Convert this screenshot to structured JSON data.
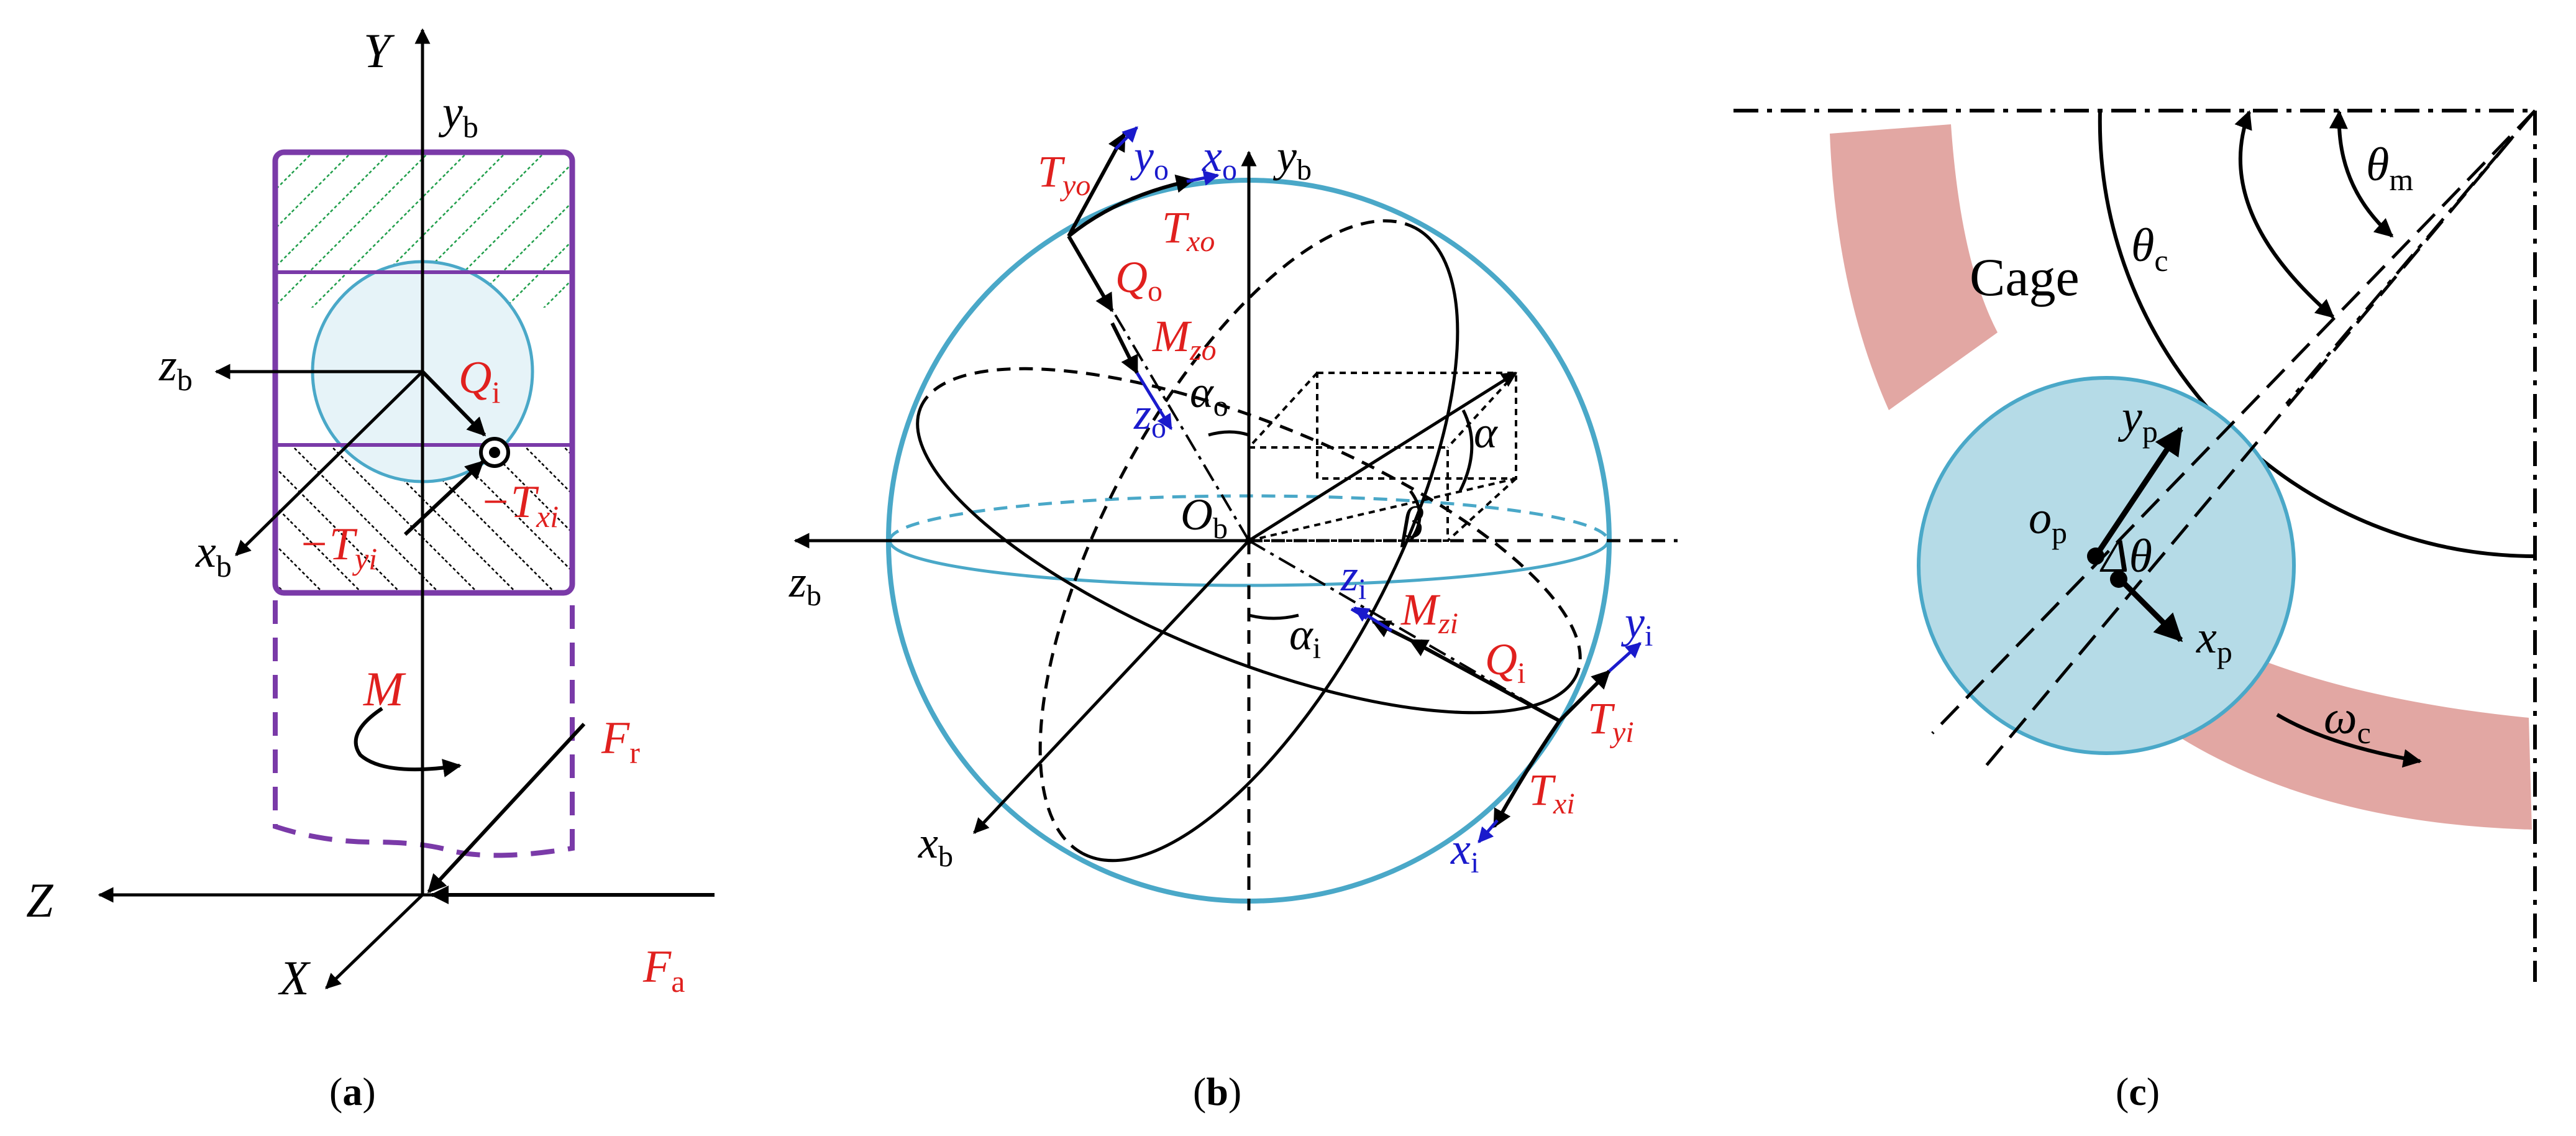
{
  "colors": {
    "force": "#e0201e",
    "axis_blue": "#1a1acc",
    "sphere": "#4aa8c8",
    "ball_fill": "#e6f3f8",
    "ring_outline": "#7a3aa8",
    "hatch_green": "#1f9e4a",
    "cage": "#e2a7a3",
    "roller_fill": "#b5dbe7",
    "line": "#000000"
  },
  "panel_a": {
    "caption": {
      "open": "(",
      "letter": "a",
      "close": ")"
    },
    "Y": "Y",
    "Z": "Z",
    "X": "X",
    "yb": {
      "base": "y",
      "sub": "b"
    },
    "zb": {
      "base": "z",
      "sub": "b"
    },
    "xb": {
      "base": "x",
      "sub": "b"
    },
    "Qi": {
      "base": "Q",
      "sub": "i"
    },
    "Txi": {
      "base": "−T",
      "sub": "xi"
    },
    "Tyi": {
      "base": "−T",
      "sub": "yi"
    },
    "M": "M",
    "Fr": {
      "base": "F",
      "sub": "r"
    },
    "Fa": {
      "base": "F",
      "sub": "a"
    }
  },
  "panel_b": {
    "caption": {
      "open": "(",
      "letter": "b",
      "close": ")"
    },
    "Tyo": {
      "base": "T",
      "sub": "yo"
    },
    "yo": {
      "base": "y",
      "sub": "o"
    },
    "xo": {
      "base": "x",
      "sub": "o"
    },
    "yb": {
      "base": "y",
      "sub": "b"
    },
    "Txo": {
      "base": "T",
      "sub": "xo"
    },
    "Qo": {
      "base": "Q",
      "sub": "o"
    },
    "Mzo": {
      "base": "M",
      "sub": "zo"
    },
    "zo": {
      "base": "z",
      "sub": "o"
    },
    "alpha_o": {
      "base": "α",
      "sub": "o"
    },
    "alpha": "α",
    "beta": "β",
    "Ob": {
      "base": "O",
      "sub": "b"
    },
    "zb": {
      "base": "z",
      "sub": "b"
    },
    "zi": {
      "base": "z",
      "sub": "i"
    },
    "Mzi": {
      "base": "M",
      "sub": "zi"
    },
    "alpha_i": {
      "base": "α",
      "sub": "i"
    },
    "Qi": {
      "base": "Q",
      "sub": "i"
    },
    "yi": {
      "base": "y",
      "sub": "i"
    },
    "Tyi": {
      "base": "T",
      "sub": "yi"
    },
    "Txi": {
      "base": "T",
      "sub": "xi"
    },
    "xi": {
      "base": "x",
      "sub": "i"
    },
    "xb": {
      "base": "x",
      "sub": "b"
    }
  },
  "panel_c": {
    "caption": {
      "open": "(",
      "letter": "c",
      "close": ")"
    },
    "cage": "Cage",
    "theta_c": {
      "base": "θ",
      "sub": "c"
    },
    "theta_m": {
      "base": "θ",
      "sub": "m"
    },
    "yp": {
      "base": "y",
      "sub": "p"
    },
    "op": {
      "base": "o",
      "sub": "p"
    },
    "delta_theta": "Δθ",
    "xp": {
      "base": "x",
      "sub": "p"
    },
    "omega_c": {
      "base": "ω",
      "sub": "c"
    }
  }
}
